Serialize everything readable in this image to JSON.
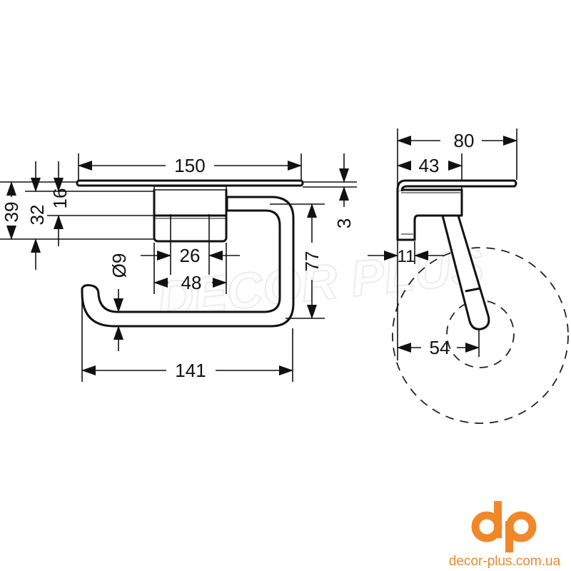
{
  "front_view": {
    "width_total": "150",
    "height_39": "39",
    "height_32": "32",
    "height_16": "16",
    "hole_spacing": "26",
    "mount_width": "48",
    "rod_diameter": "Ø9",
    "rod_length": "141",
    "ring_height": "77",
    "plate_thickness": "3"
  },
  "side_view": {
    "depth_total": "80",
    "bracket_depth": "43",
    "wall_leg": "11",
    "roll_center": "54"
  },
  "watermark": "DECOR PLUS",
  "logo": {
    "mark": "dp",
    "url": "decor-plus.com.ua",
    "color": "#f0882a"
  }
}
